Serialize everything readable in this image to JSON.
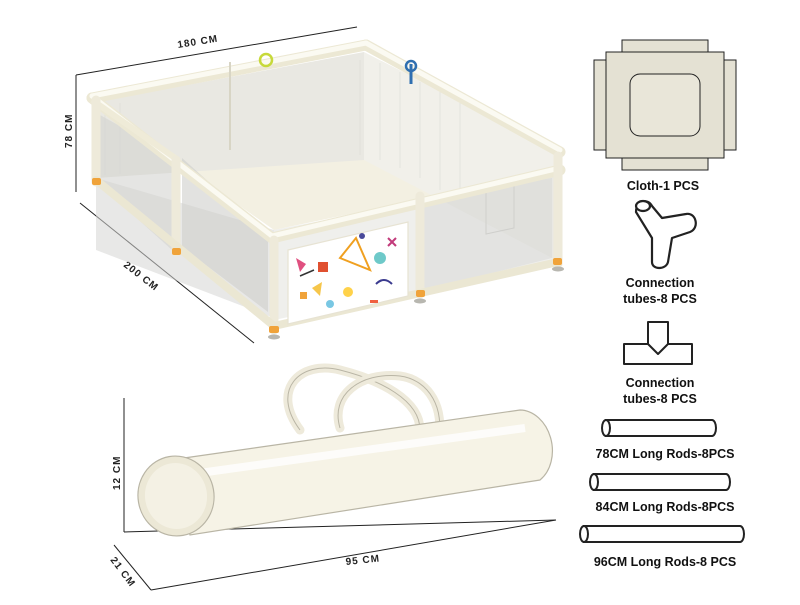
{
  "dimensions": {
    "playpen_width": "180 CM",
    "playpen_height": "78 CM",
    "playpen_depth": "200 CM",
    "bag_height": "12 CM",
    "bag_depth": "21 CM",
    "bag_length": "95 CM"
  },
  "parts": {
    "cloth": "Cloth-1 PCS",
    "connector_y_line1": "Connection",
    "connector_y_line2": "tubes-8 PCS",
    "connector_t_line1": "Connection",
    "connector_t_line2": "tubes-8 PCS",
    "rod_78": "78CM Long Rods-8PCS",
    "rod_84": "84CM Long Rods-8PCS",
    "rod_96": "96CM Long Rods-8 PCS"
  },
  "colors": {
    "frame": "#f4f1e1",
    "frame_shade": "#e2dcc4",
    "mesh": "#c9c9c9",
    "cloth_panel": "#e4e1d3",
    "foot_orange": "#f0a33a",
    "outline": "#222222"
  }
}
